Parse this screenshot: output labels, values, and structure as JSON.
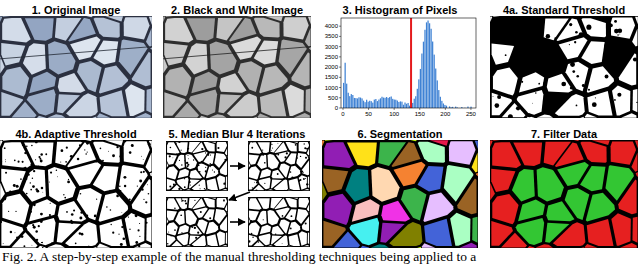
{
  "diagram": {
    "caption": "Fig. 2. A step-by-step example of the manual thresholding techniques being applied to a",
    "nodes": [
      {
        "text": [
          "1. Original Image"
        ]
      },
      {
        "text": [
          "2. Black and White Image"
        ]
      },
      {
        "text": [
          "3. Histogram of Pixels"
        ]
      },
      {
        "text": [
          "4a. Standard Threshold"
        ]
      },
      {
        "text": [
          "4b. Adaptive Threshold"
        ]
      },
      {
        "text": [
          "5. Median Blur 4 Iterations"
        ]
      },
      {
        "text": [
          "6. Segmentation"
        ]
      },
      {
        "text": [
          "7. Filter Data"
        ]
      }
    ],
    "labels": [
      "0",
      "50",
      "100",
      "150",
      "200",
      "250",
      "0",
      "500",
      "1000",
      "1500",
      "2000",
      "2500",
      "3000",
      "3500",
      "4000"
    ]
  }
}
